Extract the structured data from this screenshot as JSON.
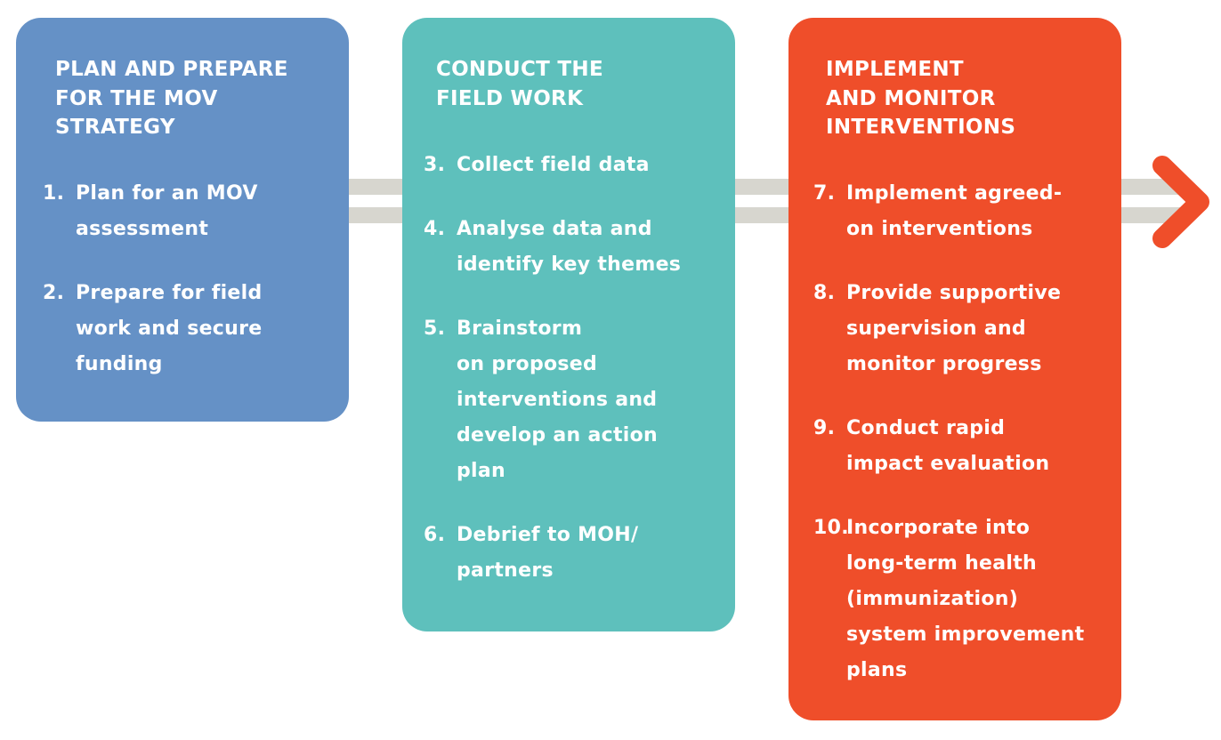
{
  "diagram": {
    "colors": {
      "panel1": "#6591c6",
      "panel2": "#5ec0bc",
      "panel3": "#ef4e2a",
      "track": "#d7d6cf",
      "arrow": "#ef4e2a"
    },
    "panels": [
      {
        "title": "PLAN AND PREPARE\nFOR THE MOV\nSTRATEGY",
        "steps": [
          {
            "num": "1.",
            "text": "Plan for an MOV\nassessment"
          },
          {
            "num": "2.",
            "text": "Prepare for field\nwork and secure\nfunding"
          }
        ]
      },
      {
        "title": "CONDUCT THE\nFIELD WORK",
        "steps": [
          {
            "num": "3.",
            "text": "Collect field data"
          },
          {
            "num": "4.",
            "text": "Analyse data and\nidentify key themes"
          },
          {
            "num": "5.",
            "text": "Brainstorm\non proposed\ninterventions  and\ndevelop an action\nplan"
          },
          {
            "num": "6.",
            "text": "Debrief to MOH/\npartners"
          }
        ]
      },
      {
        "title": "IMPLEMENT\nAND MONITOR\nINTERVENTIONS",
        "steps": [
          {
            "num": "7.",
            "text": "Implement agreed-\non interventions"
          },
          {
            "num": "8.",
            "text": "Provide supportive\nsupervision and\nmonitor progress"
          },
          {
            "num": "9.",
            "text": "Conduct rapid\nimpact evaluation"
          },
          {
            "num": "10.",
            "text": "Incorporate into\nlong-term  health\n(immunization)\nsystem improvement\nplans"
          }
        ]
      }
    ]
  }
}
